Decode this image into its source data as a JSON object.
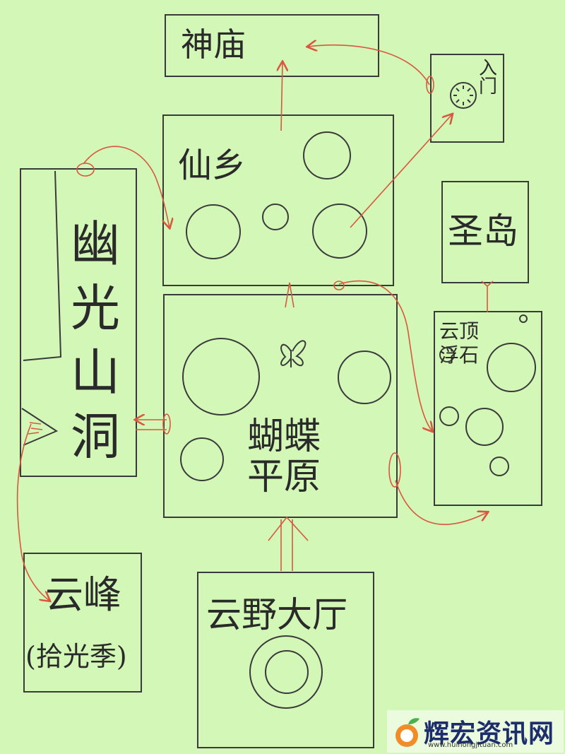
{
  "areas": {
    "shenmiao": "神庙",
    "xianxiang": "仙乡",
    "rumen": "入门",
    "youguang": "幽光山洞",
    "shengdao": "圣岛",
    "hudie": "蝴蝶平原",
    "yunding": "云顶浮石",
    "yunfeng": "云峰",
    "yunfeng_sub": "(拾光季)",
    "yunye": "云野大厅"
  },
  "watermark": {
    "title": "辉宏资讯网",
    "url": "www.huihongjituan.com"
  },
  "colors": {
    "background": "#d2f7b7",
    "ink": "#3a3a3a",
    "arrow": "#d9573f"
  }
}
